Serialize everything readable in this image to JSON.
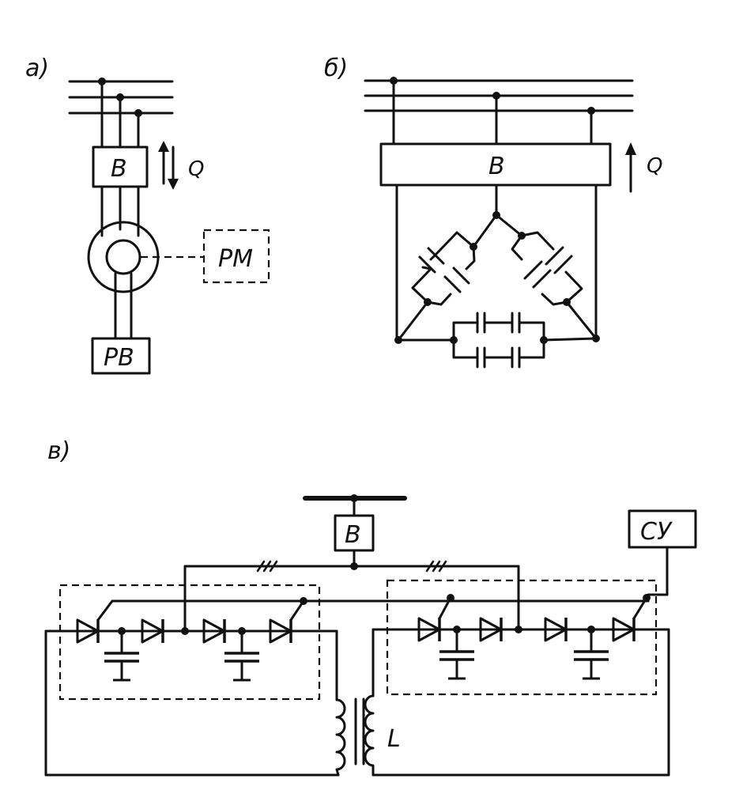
{
  "panels": {
    "a": {
      "label": "a)",
      "converter": "B",
      "flow": "Q",
      "machine_regulator": "PM",
      "excitation_regulator": "PB"
    },
    "b": {
      "label": "б)",
      "converter": "B",
      "flow": "Q"
    },
    "c": {
      "label": "в)",
      "converter": "B",
      "control": "CУ",
      "inductor": "L"
    }
  }
}
